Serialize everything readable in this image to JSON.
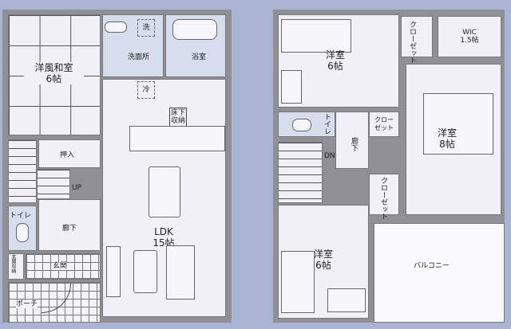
{
  "floor1": {
    "washitsu": {
      "name": "洋風和室",
      "size": "6帖"
    },
    "oshiire": "押入",
    "senmenjo": "洗面所",
    "washer": "洗",
    "yokushitsu": "浴室",
    "fridge": "冷",
    "yukashita": "床下\n収納",
    "up": "UP",
    "toilet": "トイレ",
    "rouka": "廊下",
    "ldk": {
      "name": "LDK",
      "size": "15帖"
    },
    "genkan_shuno": "玄関収納",
    "genkan": "玄関",
    "porch": "ポーチ"
  },
  "floor2": {
    "youshitsu_a": {
      "name": "洋室",
      "size": "6帖"
    },
    "closet_a": "クローゼット",
    "wic": {
      "name": "WIC",
      "size": "1.5帖"
    },
    "toilet": "トイレ",
    "closet_b": "クローゼット",
    "rouka": "廊下",
    "dn": "DN",
    "youshitsu_b": {
      "name": "洋室",
      "size": "8帖"
    },
    "closet_c": "クローゼット",
    "youshitsu_c": {
      "name": "洋室",
      "size": "6帖"
    },
    "balcony": "バルコニー"
  }
}
